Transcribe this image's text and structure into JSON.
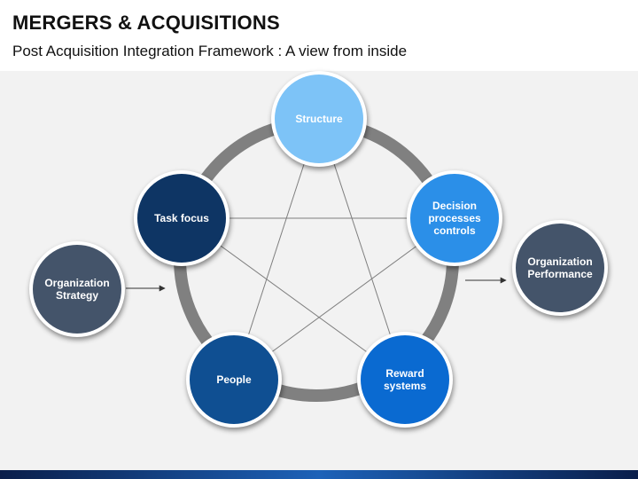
{
  "header": {
    "title": "MERGERS & ACQUISITIONS",
    "subtitle": "Post Acquisition Integration Framework : A view from inside"
  },
  "diagram": {
    "nodes": {
      "structure": {
        "label": "Structure",
        "color": "#7dc3f7"
      },
      "decision": {
        "label": "Decision\nprocesses\ncontrols",
        "color": "#2b8fe8"
      },
      "reward": {
        "label": "Reward\nsystems",
        "color": "#0a6ad1"
      },
      "people": {
        "label": "People",
        "color": "#0f4f92"
      },
      "task": {
        "label": "Task focus",
        "color": "#0e3564"
      },
      "strategy": {
        "label": "Organization\nStrategy",
        "color": "#44546a"
      },
      "performance": {
        "label": "Organization\nPerformance",
        "color": "#44546a"
      }
    },
    "ring_color": "#808080",
    "connector_color": "#7f7f7f"
  }
}
